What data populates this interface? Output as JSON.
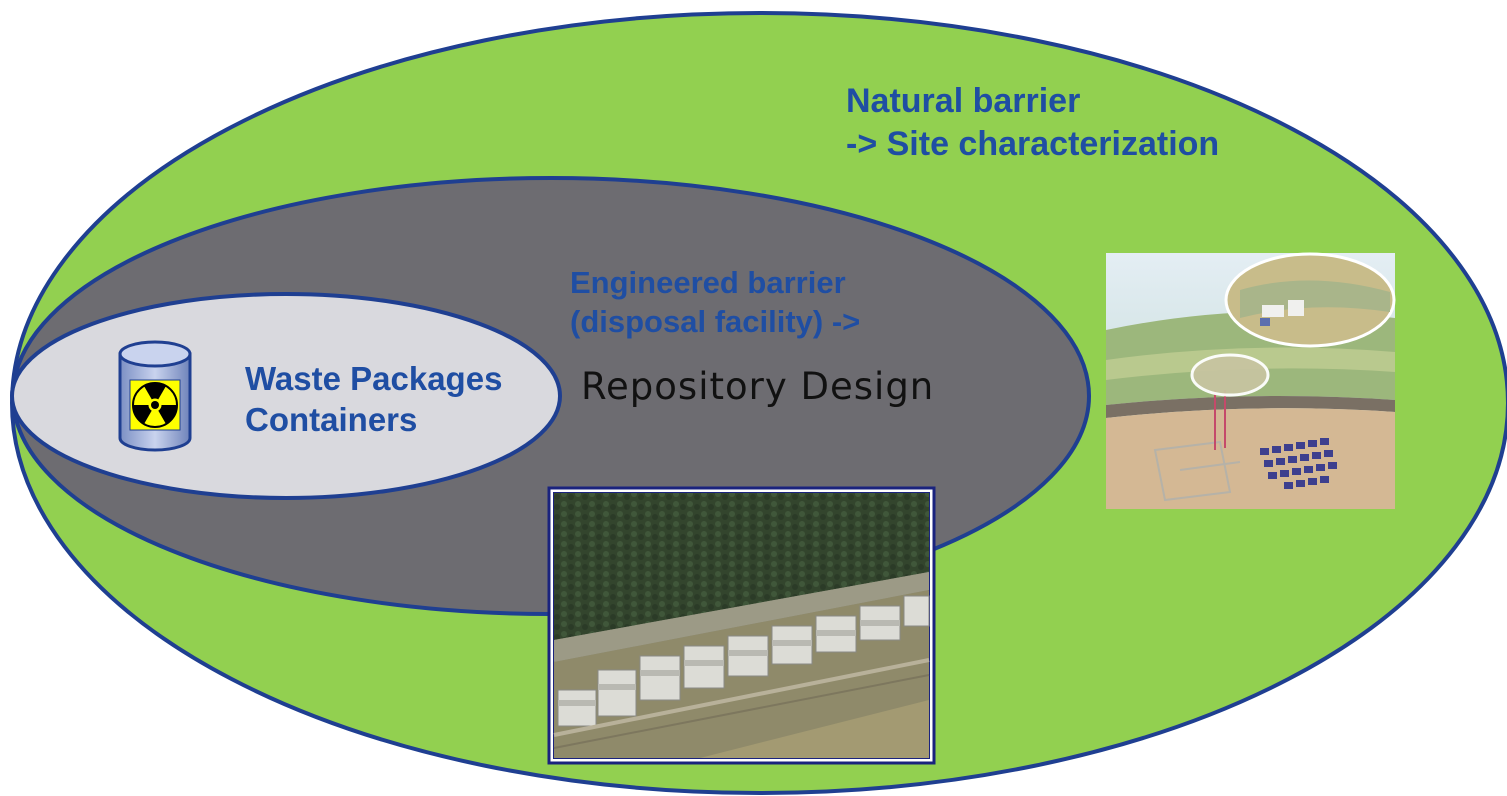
{
  "natural_barrier": {
    "line1": "Natural barrier",
    "line2": "-> Site characterization"
  },
  "engineered_barrier": {
    "line1": "Engineered barrier",
    "line2": "(disposal facility) ->",
    "line3": "Repository Design"
  },
  "waste_packages": {
    "line1": "Waste Packages",
    "line2": "Containers"
  },
  "icons": {
    "container": "radioactive-waste-drum-icon",
    "radiation": "radiation-trefoil-icon"
  },
  "colors": {
    "outer_ellipse": "#92d050",
    "middle_ellipse": "#6d6c71",
    "inner_ellipse": "#d9d9de",
    "ellipse_border": "#1f3f91",
    "label_blue": "#1f4ea3",
    "label_dark": "#111111",
    "radiation_yellow": "#ffff00"
  }
}
